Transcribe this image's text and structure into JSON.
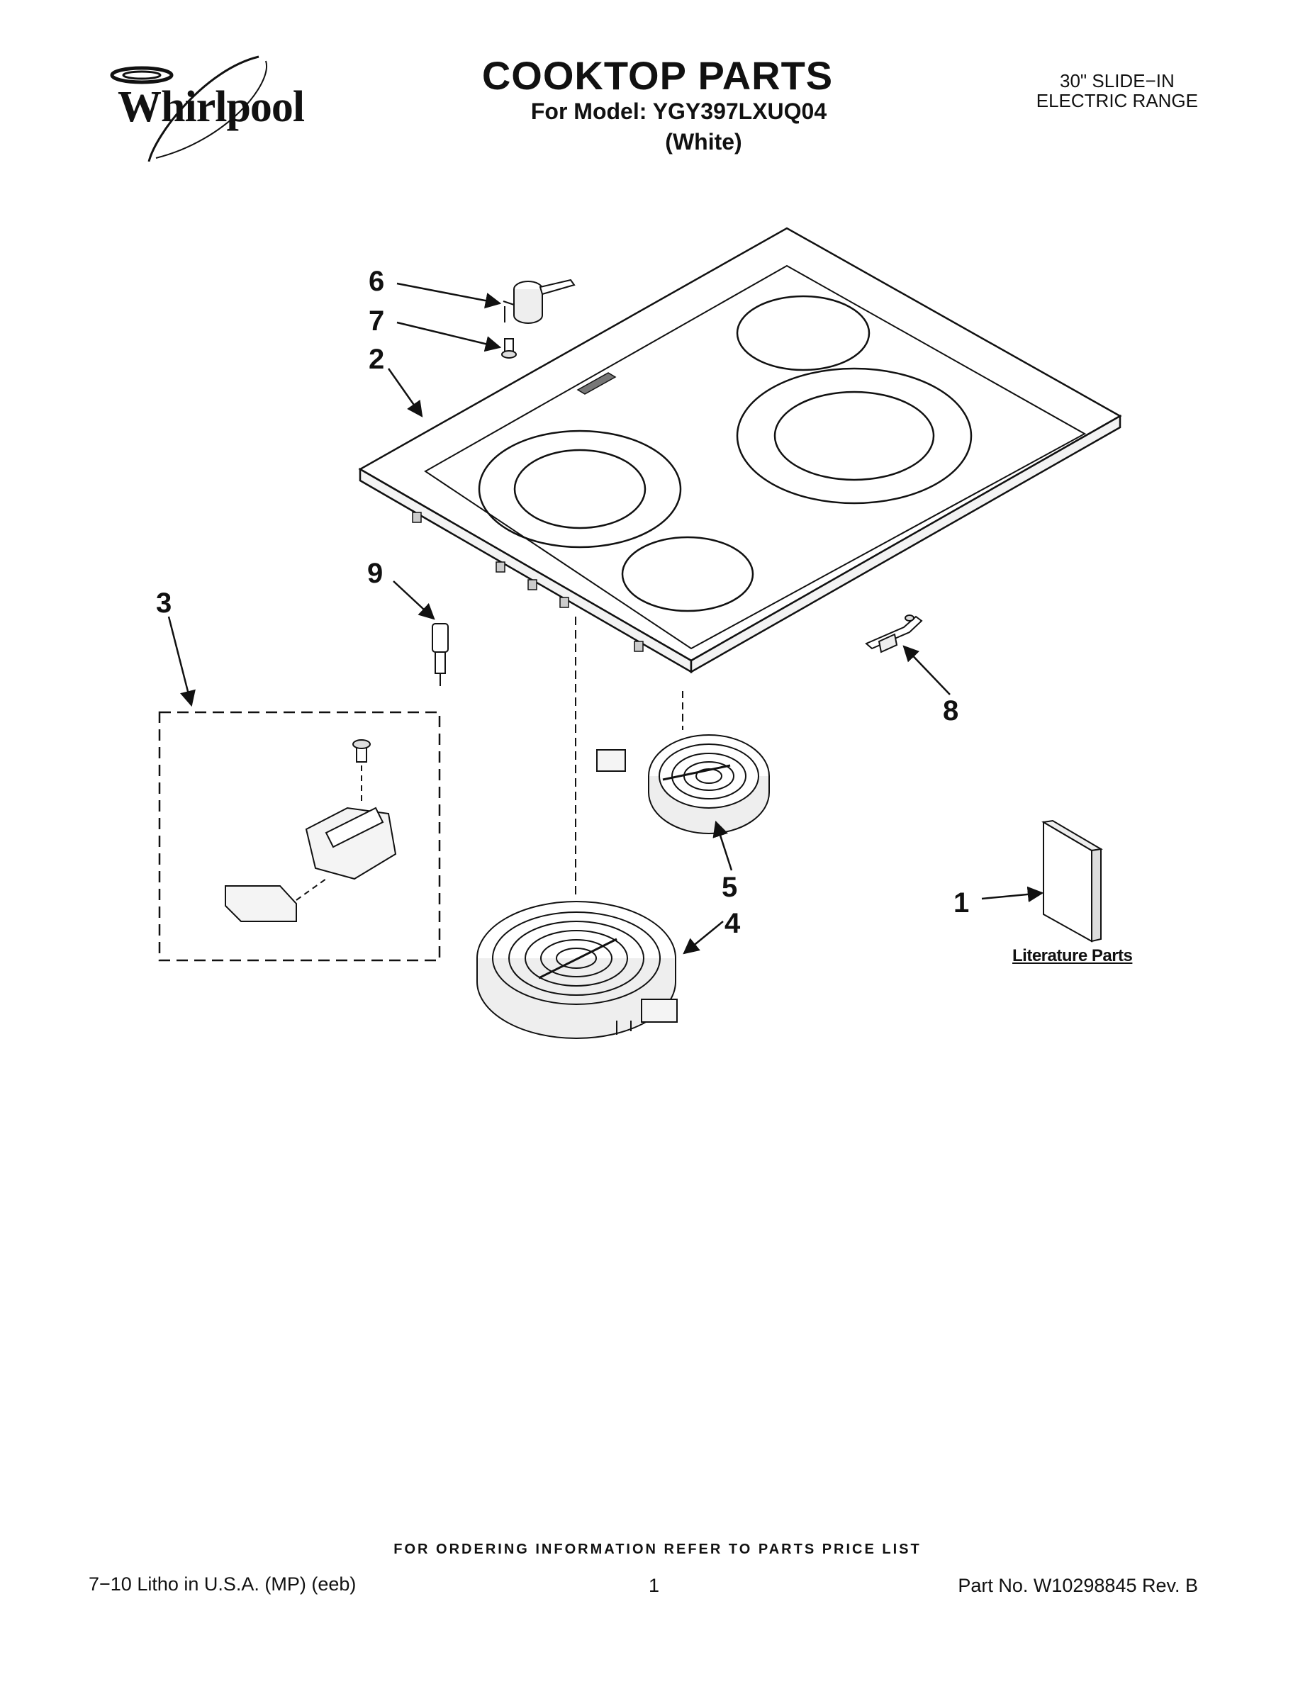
{
  "brand": {
    "name": "Whirlpool"
  },
  "header": {
    "title": "COOKTOP PARTS",
    "model_line": "For Model: YGY397LXUQ04",
    "color": "(White)",
    "range_line1": "30\" SLIDE−IN",
    "range_line2": "ELECTRIC RANGE"
  },
  "callouts": {
    "c1": "1",
    "c2": "2",
    "c3": "3",
    "c4": "4",
    "c5": "5",
    "c6": "6",
    "c7": "7",
    "c8": "8",
    "c9": "9"
  },
  "literature_label": "Literature Parts",
  "footer": {
    "order_note": "FOR ORDERING INFORMATION REFER TO PARTS PRICE LIST",
    "litho": "7−10 Litho in U.S.A. (MP) (eeb)",
    "page": "1",
    "part_no": "Part No. W10298845 Rev. B"
  }
}
